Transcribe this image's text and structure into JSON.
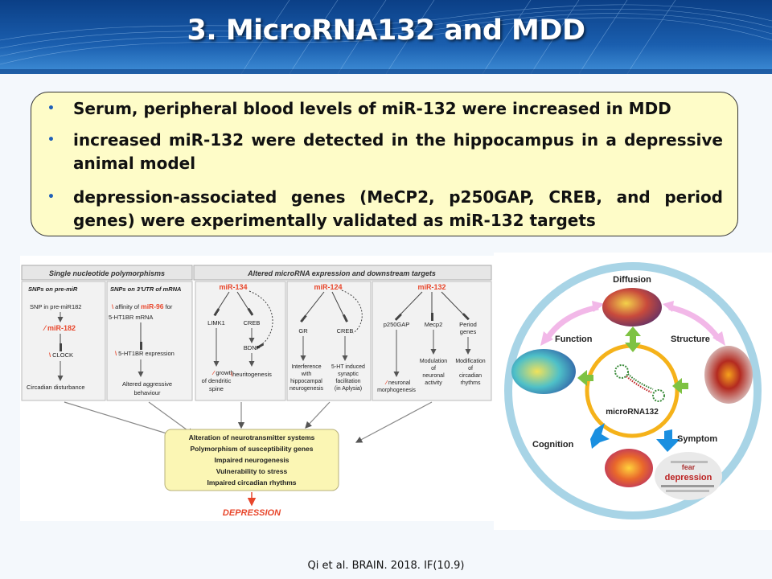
{
  "slide": {
    "title": "3. MicroRNA132 and MDD",
    "bullets": [
      "Serum, peripheral blood levels of miR-132 were increased in MDD",
      "increased miR-132 were detected in the hippocampus in a depressive animal model",
      "depression-associated genes (MeCP2, p250GAP, CREB, and period genes) were experimentally validated as miR-132 targets"
    ],
    "citation": "Qi et al. BRAIN. 2018.   IF(10.9)"
  },
  "figure_left": {
    "snp_section_title": "Single nucleotide polymorphisms",
    "mirna_section_title": "Altered microRNA expression and downstream targets",
    "snp_pre_mir": {
      "header": "SNPs on pre-miR",
      "line1": "SNP in pre-miR182",
      "mir": "miR-182",
      "target": "CLOCK",
      "outcome": "Circadian disturbance"
    },
    "snp_utr": {
      "header": "SNPs on 3'UTR of mRNA",
      "line1a": "affinity of",
      "mir": "miR-96",
      "line1b": "for",
      "line2": "5-HT1BR mRNA",
      "target": "5-HT1BR expression",
      "outcome1": "Altered aggressive",
      "outcome2": "behaviour"
    },
    "mir134": {
      "name": "miR-134",
      "t1": "LIMK1",
      "t2": "CREB",
      "t3": "BDNF",
      "o1": "growth",
      "o2": "of dendritic",
      "o3": "spine",
      "o4": "neuritogenesis"
    },
    "mir124": {
      "name": "miR-124",
      "t1": "GR",
      "t2": "CREB",
      "o1": [
        "Interference",
        "with",
        "hippocampal",
        "neurogenesis"
      ],
      "o2": [
        "5-HT induced",
        "synaptic",
        "facilitation",
        "(in Aplysia)"
      ]
    },
    "mir132": {
      "name": "miR-132",
      "t1": "p250GAP",
      "t2": "Mecp2",
      "t3": "Period",
      "t3b": "genes",
      "o1": [
        "neuronal",
        "morphogenesis"
      ],
      "o2": [
        "Modulation",
        "of",
        "neuronal",
        "activity"
      ],
      "o3": [
        "Modification",
        "of",
        "circadian",
        "rhythms"
      ]
    },
    "summary": [
      "Alteration of neurotransmitter systems",
      "Polymorphism of susceptibility genes",
      "Impaired neurogenesis",
      "Vulnerability to stress",
      "Impaired circadian rhythms"
    ],
    "outcome": "DEPRESSION"
  },
  "figure_right": {
    "center": "microRNA132",
    "diffusion": "Diffusion",
    "function": "Function",
    "structure": "Structure",
    "cognition": "Cognition",
    "symptom": "Symptom",
    "cloud_word": "depression",
    "cloud_word2": "fear"
  },
  "colors": {
    "header_dark": "#0b3f86",
    "header_light": "#2d7fd0",
    "bullet_fill": "#fefcc8",
    "mir_red": "#e8452a",
    "ring_blue": "#a8d4e6",
    "center_ring": "#f5b21a",
    "arrow_green": "#7ec242",
    "arrow_pink": "#f2b8e8",
    "arrow_blue": "#1a8fe0"
  }
}
